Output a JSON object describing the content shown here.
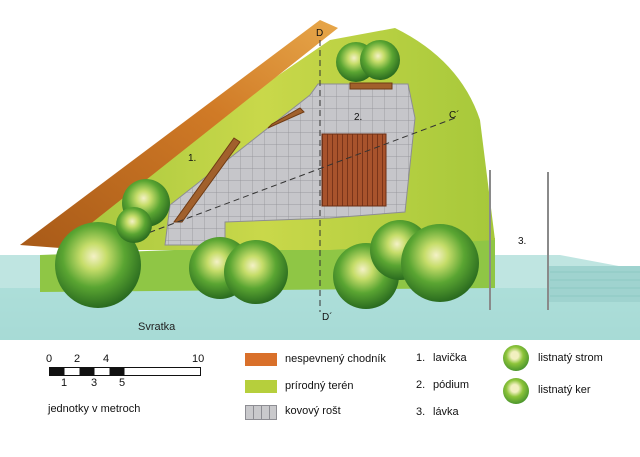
{
  "plan": {
    "river_label": "Svratka",
    "section_marks": {
      "d_top": "D",
      "d_bottom": "D´",
      "c_right": "C´"
    },
    "area_numbers": {
      "bench": "1.",
      "podium": "2.",
      "footbridge": "3."
    }
  },
  "scale": {
    "top_ticks": [
      "0",
      "2",
      "4",
      "10"
    ],
    "bottom_ticks": [
      "1",
      "3",
      "5"
    ],
    "units": "jednotky v metroch"
  },
  "legend": {
    "materials": [
      {
        "label": "nespevnený chodník",
        "color": "#d9702a"
      },
      {
        "label": "prírodný terén",
        "color": "#b6cf3c"
      },
      {
        "label": "kovový rošt",
        "color": "#c9c9cc"
      }
    ],
    "numbered": [
      {
        "num": "1.",
        "label": "lavička"
      },
      {
        "num": "2.",
        "label": "pódium"
      },
      {
        "num": "3.",
        "label": "lávka"
      }
    ],
    "vegetation": [
      {
        "label": "listnatý strom"
      },
      {
        "label": "listnatý ker"
      }
    ]
  },
  "colors": {
    "grass": "#b6cf3c",
    "dirt": "#c2701e",
    "grate": "#c9c9cc",
    "water": "#a9dcd7",
    "podium": "#a8532c"
  }
}
